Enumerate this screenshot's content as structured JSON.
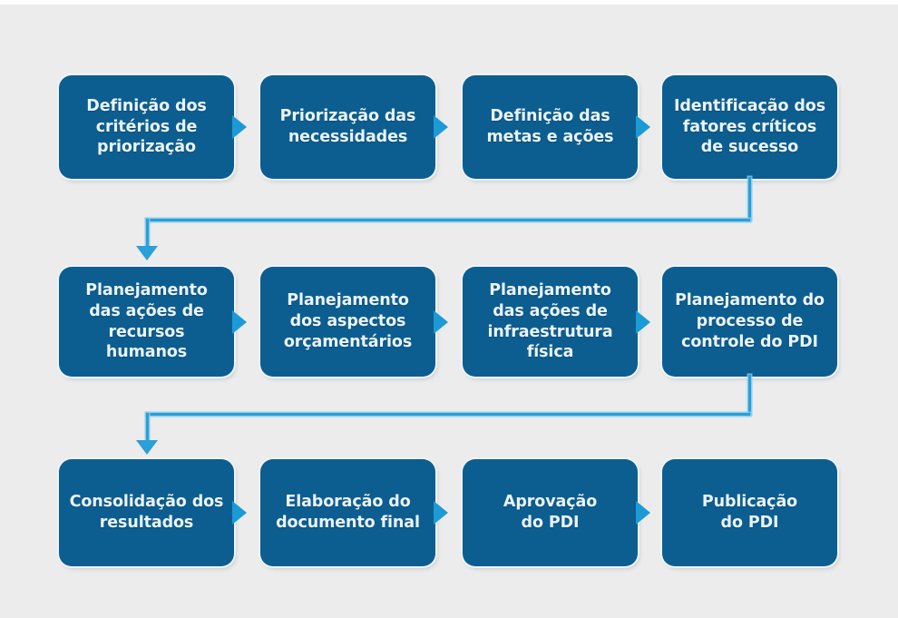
{
  "canvas": {
    "background_color": "#ececec",
    "box_color": "#0c5e90",
    "box_text_color": "#eaf4fb",
    "arrow_color": "#1b9ad6",
    "connector_color": "#2a9fd8"
  },
  "diagram": {
    "type": "flowchart",
    "title": "",
    "rows": [
      {
        "boxes": [
          {
            "id": "step-1",
            "label": "Definição dos\ncritérios de\npriorização"
          },
          {
            "id": "step-2",
            "label": "Priorização das\nnecessidades"
          },
          {
            "id": "step-3",
            "label": "Definição das\nmetas e ações"
          },
          {
            "id": "step-4",
            "label": "Identificação dos\nfatores críticos\nde sucesso"
          }
        ]
      },
      {
        "boxes": [
          {
            "id": "step-5",
            "label": "Planejamento\ndas ações de\nrecursos\nhumanos"
          },
          {
            "id": "step-6",
            "label": "Planejamento\ndos aspectos\norçamentários"
          },
          {
            "id": "step-7",
            "label": "Planejamento\ndas ações de\ninfraestrutura\nfísica"
          },
          {
            "id": "step-8",
            "label": "Planejamento do\nprocesso de\ncontrole do PDI"
          }
        ]
      },
      {
        "boxes": [
          {
            "id": "step-9",
            "label": "Consolidação dos\nresultados"
          },
          {
            "id": "step-10",
            "label": "Elaboração do\ndocumento final"
          },
          {
            "id": "step-11",
            "label": "Aprovação\ndo PDI"
          },
          {
            "id": "step-12",
            "label": "Publicação\ndo PDI"
          }
        ]
      }
    ],
    "connectors": [
      {
        "id": "wrap-1",
        "from": "step-4",
        "to": "step-5",
        "shape": "down-left-down"
      },
      {
        "id": "wrap-2",
        "from": "step-8",
        "to": "step-9",
        "shape": "down-left-down"
      }
    ]
  }
}
